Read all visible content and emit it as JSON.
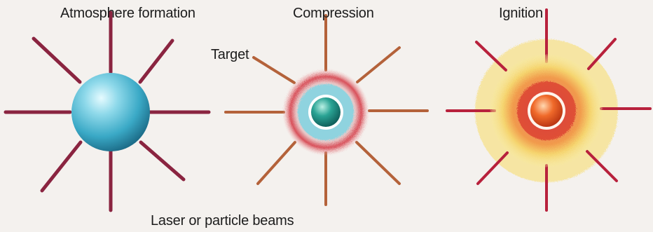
{
  "labels": {
    "stage1": "Atmosphere formation",
    "stage2": "Compression",
    "stage3": "Ignition",
    "target": "Target",
    "beams": "Laser or particle beams"
  },
  "colors": {
    "background": "#f4f1ee",
    "beam_stage1": "#8a2440",
    "beam_stage2": "#b4623a",
    "beam_stage3": "#b8213c",
    "sphere_blue": "#5bbfd8",
    "sphere_teal": "#1e8f86",
    "compression_ring_red": "#d6505a",
    "ignition_glow_yellow": "#f6e07a",
    "ignition_core": "#e2561f"
  }
}
